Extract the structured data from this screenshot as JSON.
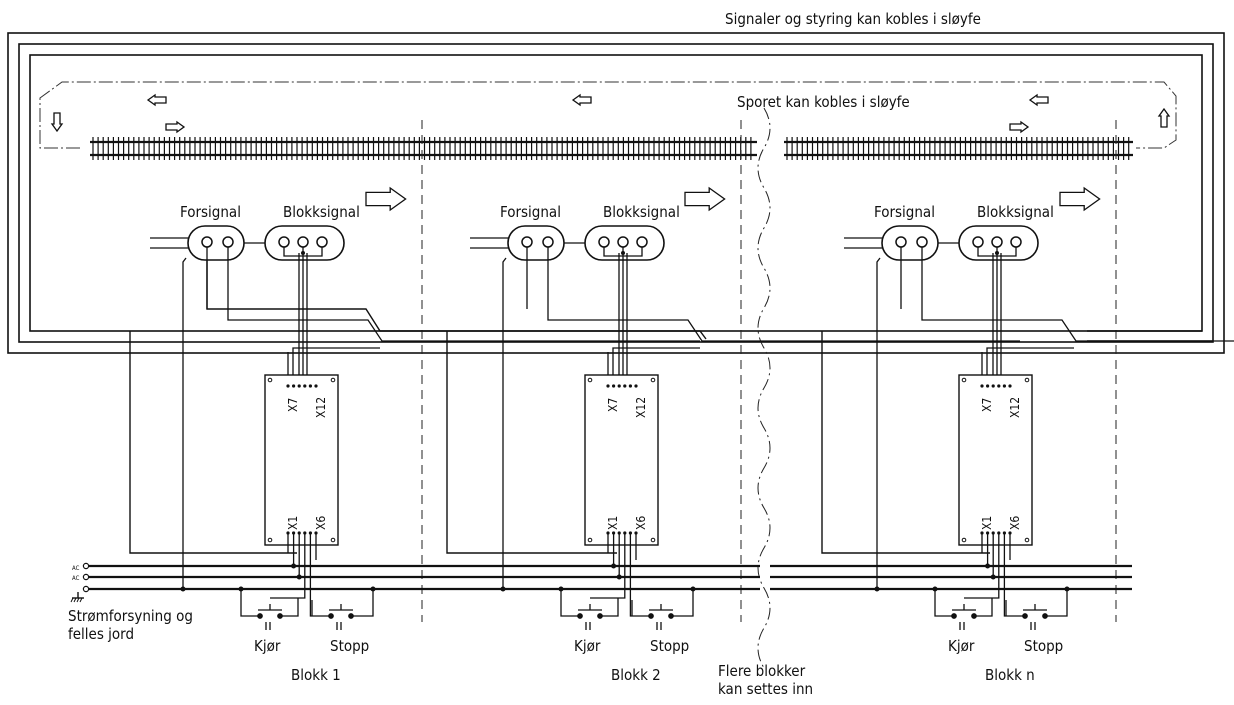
{
  "title_top": "Signaler og styring kan kobles i sløyfe",
  "track_loop": "Sporet kan kobles i sløyfe",
  "power": {
    "line1": "Strømforsyning og",
    "line2": "felles jord",
    "ac1": "AC",
    "ac2": "AC"
  },
  "more_blocks": {
    "line1": "Flere blokker",
    "line2": "kan settes inn"
  },
  "blocks": [
    {
      "name": "Blokk 1",
      "pre_signal": "Forsignal",
      "block_signal": "Blokksignal",
      "go": "Kjør",
      "stop": "Stopp",
      "t_x7": "X7",
      "t_x12": "X12",
      "t_x1": "X1",
      "t_x6": "X6"
    },
    {
      "name": "Blokk 2",
      "pre_signal": "Forsignal",
      "block_signal": "Blokksignal",
      "go": "Kjør",
      "stop": "Stopp",
      "t_x7": "X7",
      "t_x12": "X12",
      "t_x1": "X1",
      "t_x6": "X6"
    },
    {
      "name": "Blokk n",
      "pre_signal": "Forsignal",
      "block_signal": "Blokksignal",
      "go": "Kjør",
      "stop": "Stopp",
      "t_x7": "X7",
      "t_x12": "X12",
      "t_x1": "X1",
      "t_x6": "X6"
    }
  ],
  "colors": {
    "ink": "#111111",
    "background": "#ffffff"
  }
}
